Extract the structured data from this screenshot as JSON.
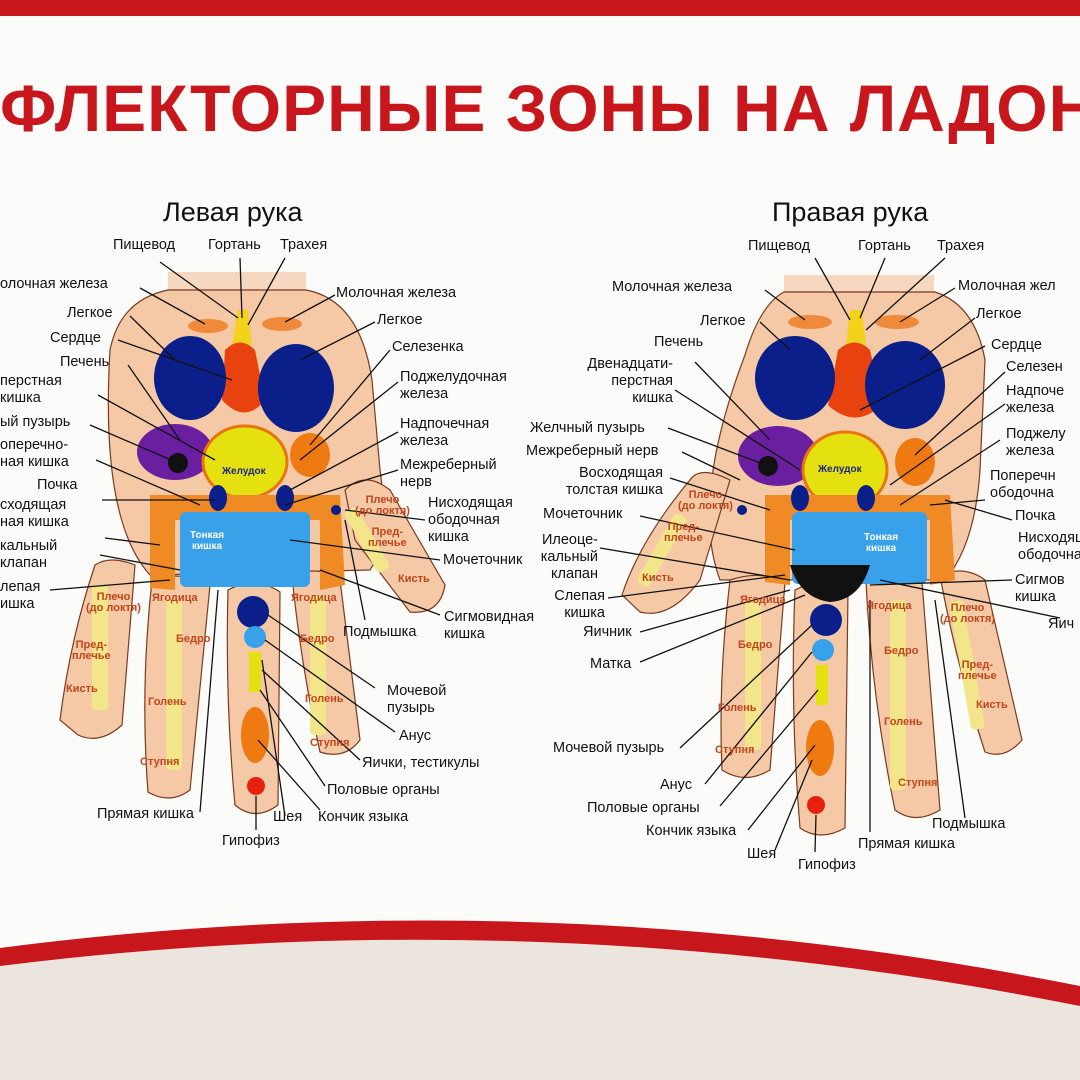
{
  "poster": {
    "title": "ФЛЕКТОРНЫЕ ЗОНЫ НА ЛАДОН",
    "colors": {
      "accent": "#c8161d",
      "skin": "#f5c9a6",
      "heart": "#0b1f8a",
      "stomach": "#e5e010",
      "intestine": "#39a0ea",
      "liver": "#6a1fa0",
      "organ_orange": "#ef7a12"
    }
  },
  "left_hand": {
    "title": "Левая рука",
    "labels": {
      "pishchevod": "Пищевод",
      "gortan": "Гортань",
      "traheya": "Трахея",
      "moloch_l": "олочная железа",
      "moloch_r": "Молочная железа",
      "legkoe_l": "Легкое",
      "legkoe_r": "Легкое",
      "serdce": "Сердце",
      "selezenka": "Селезенка",
      "pechen": "Печень",
      "podzhel": "Поджелудочная\nжелеза",
      "dvenadc": "перстная\nкишка",
      "nadpoch": "Надпочечная\nжелеза",
      "zhelch": "ый пузырь",
      "mezhreb": "Межреберный\nнерв",
      "poperech": "оперечно-\nная кишка",
      "nishod": "Нисходящая\nободочная\nкишка",
      "pochka": "Почка",
      "voshod": "сходящая\nная кишка",
      "mochetochnik": "Мочеточник",
      "ileo": "кальный\nклапан",
      "slepaya": "лепая\nишка",
      "sigmoid": "Сигмовидная\nкишка",
      "podmyshka": "Подмышка",
      "moch_puzyr": "Мочевой\nпузырь",
      "anus": "Анус",
      "yaichki": "Яички, тестикулы",
      "polovye": "Половые органы",
      "konchik": "Кончик языка",
      "sheya": "Шея",
      "pryamaya": "Прямая кишка",
      "gipofiz": "Гипофиз"
    },
    "zones": {
      "plecho_dl": "Плечо\n(до локтя)",
      "predpl": "Пред-\nплечье",
      "kist": "Кисть",
      "yagod_l": "Ягодица",
      "yagod_r": "Ягодица",
      "bedro_l": "Бедро",
      "bedro_r": "Бедро",
      "golen_l": "Голень",
      "golen_r": "Голень",
      "stupnya_l": "Ступня",
      "stupnya_r": "Ступня",
      "plecho_th": "Плечо\n(до локтя)",
      "predpl_th": "Пред-\nплечье",
      "kist_th": "Кисть"
    },
    "organs": {
      "zheludok": "Желудок",
      "tonkaya": "Тонкая\nкишка"
    }
  },
  "right_hand": {
    "title": "Правая рука",
    "labels": {
      "pishchevod": "Пищевод",
      "gortan": "Гортань",
      "traheya": "Трахея",
      "moloch_l": "Молочная железа",
      "moloch_r": "Молочная жел",
      "legkoe_l": "Легкое",
      "legkoe_r": "Легкое",
      "pechen": "Печень",
      "serdce": "Сердце",
      "dvenadc": "Двенадцати-\nперстная\nкишка",
      "selezenka": "Селезен",
      "nadpoch": "Надпоче\nжелеза",
      "zhelch": "Желчный пузырь",
      "podzhel": "Поджелу\nжелеза",
      "mezhreb": "Межреберный нерв",
      "poperech": "Поперечн\nободочна",
      "voshod": "Восходящая\nтолстая кишка",
      "pochka": "Почка",
      "mochetochnik": "Мочеточник",
      "nishod": "Нисходящ\nободочна",
      "ileo": "Илеоце-\nкальный\nклапан",
      "sigmoid": "Сигмов\nкишка",
      "slepaya": "Слепая\nкишка",
      "yaichnik": "Яичник",
      "yaich_r": "Яич",
      "matka": "Матка",
      "moch_puzyr": "Мочевой пузырь",
      "anus": "Анус",
      "polovye": "Половые органы",
      "konchik": "Кончик языка",
      "sheya": "Шея",
      "gipofiz": "Гипофиз",
      "pryamaya": "Прямая кишка",
      "podmyshka": "Подмышка"
    },
    "zones": {
      "plecho_th": "Плечо\n(до локтя)",
      "predpl_th": "Пред-\nплечье",
      "kist_th": "Кисть",
      "yagod_l": "Ягодица",
      "yagod_r": "Ягодица",
      "bedro_l": "Бедро",
      "bedro_r": "Бедро",
      "golen_l": "Голень",
      "golen_r": "Голень",
      "stupnya_l": "Ступня",
      "stupnya_r": "Ступня",
      "plecho_pk": "Плечо\n(до локтя)",
      "predpl_pk": "Пред-\nплечье",
      "kist_pk": "Кисть"
    },
    "organs": {
      "zheludok": "Желудок",
      "tonkaya": "Тонкая\nкишка"
    }
  }
}
